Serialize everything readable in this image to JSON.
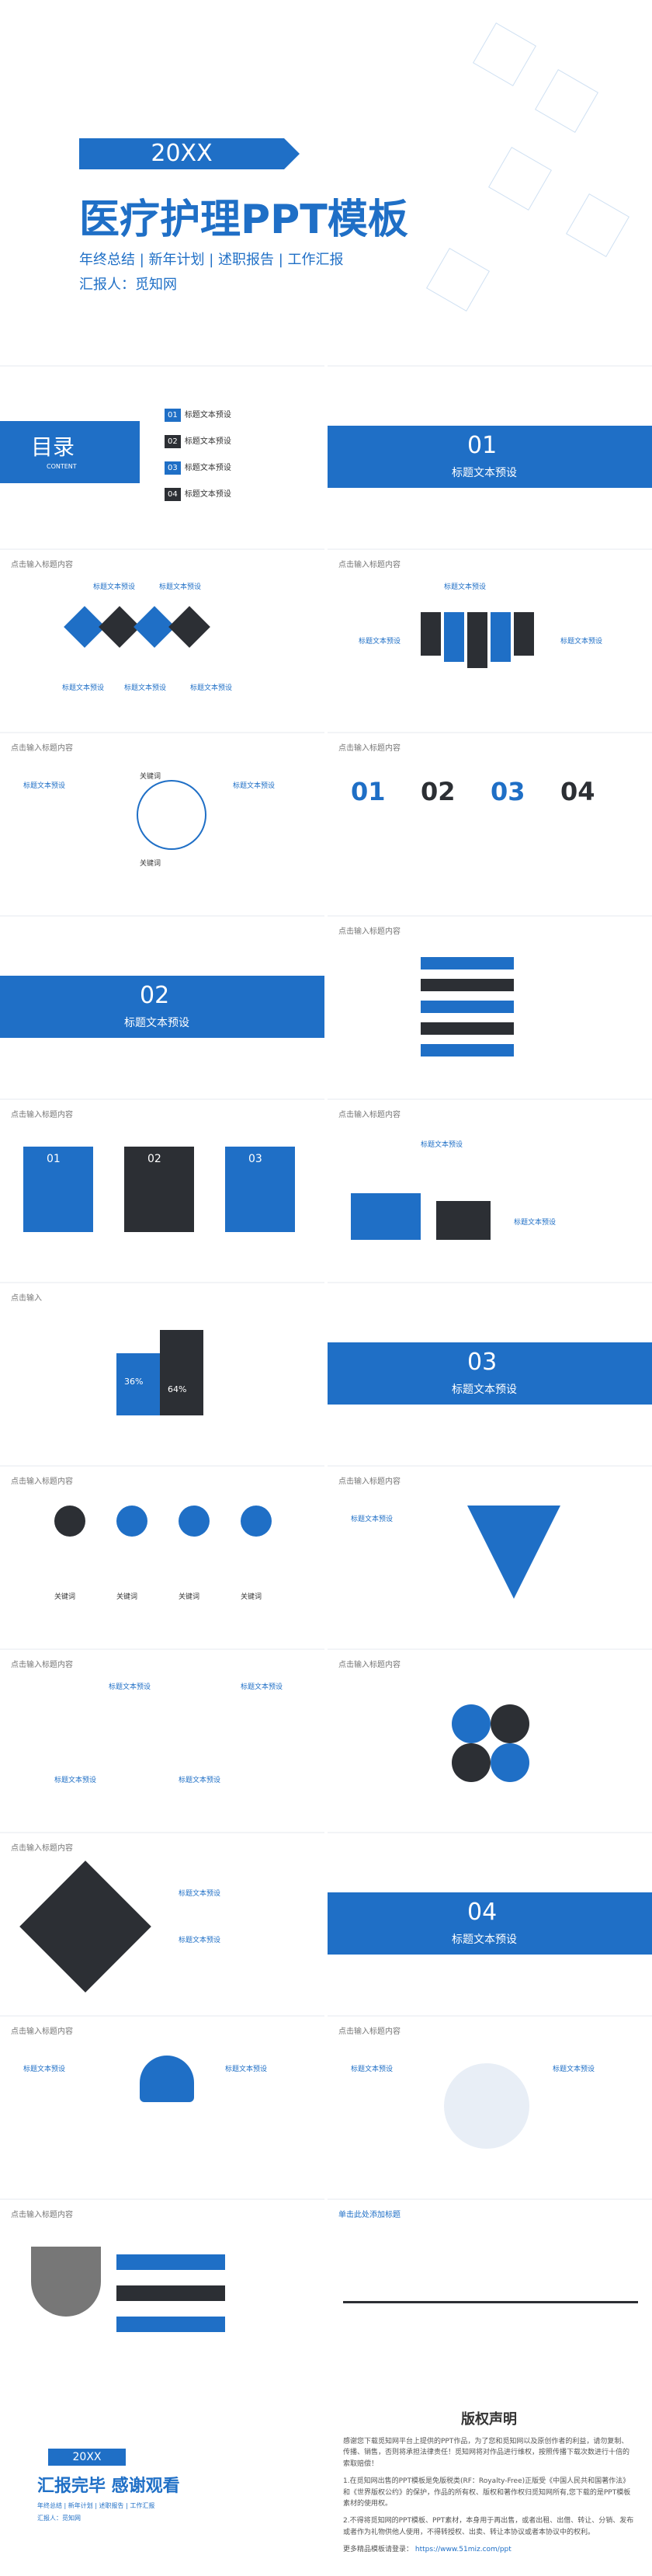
{
  "cover": {
    "year": "20XX",
    "title": "医疗护理PPT模板",
    "subtitle": "年终总结 | 新年计划 | 述职报告 | 工作汇报",
    "author": "汇报人：觅知网"
  },
  "toc": {
    "title": "目录",
    "content_label": "CONTENT",
    "items": [
      {
        "num": "01",
        "label": "标题文本预设"
      },
      {
        "num": "02",
        "label": "标题文本预设"
      },
      {
        "num": "03",
        "label": "标题文本预设"
      },
      {
        "num": "04",
        "label": "标题文本预设"
      }
    ]
  },
  "section_labels": [
    "01",
    "02",
    "03",
    "04"
  ],
  "section_title": "标题文本预设",
  "slide_header": "点击输入标题内容",
  "slide_header_short": "点击输入",
  "generic_label": "标题文本预设",
  "keyword": "关键词",
  "big_numbers": [
    "01",
    "02",
    "03",
    "04"
  ],
  "percent_a": "36%",
  "percent_b": "64%",
  "timeline_title": "单击此处添加标题",
  "closing": {
    "year": "20XX",
    "title": "汇报完毕 感谢观看",
    "subtitle": "年终总结 | 新年计划 | 述职报告 | 工作汇报",
    "author": "汇报人：觅知网"
  },
  "copyright": {
    "title": "版权声明",
    "p1": "感谢您下载觅知网平台上提供的PPT作品，为了您和觅知网以及原创作者的利益，请勿复制、传播、销售，否则将承担法律责任！觅知网将对作品进行维权，按照传播下载次数进行十倍的索取赔偿！",
    "p2": "1.在觅知网出售的PPT模板是免版税类(RF：Royalty-Free)正版受《中国人民共和国著作法》和《世界版权公约》的保护，作品的所有权、版权和著作权归觅知网所有,您下载的是PPT模板素材的使用权。",
    "p3": "2.不得将觅知网的PPT模板、PPT素材，本身用于再出售，或者出租、出借、转让、分销、发布或者作为礼物供他人使用，不得转授权、出卖、转让本协议或者本协议中的权利。",
    "link_label": "更多精品模板请登录：",
    "link": "https://www.51miz.com/ppt"
  },
  "colors": {
    "accent": "#1f6fc6",
    "dark": "#2c2f34"
  }
}
